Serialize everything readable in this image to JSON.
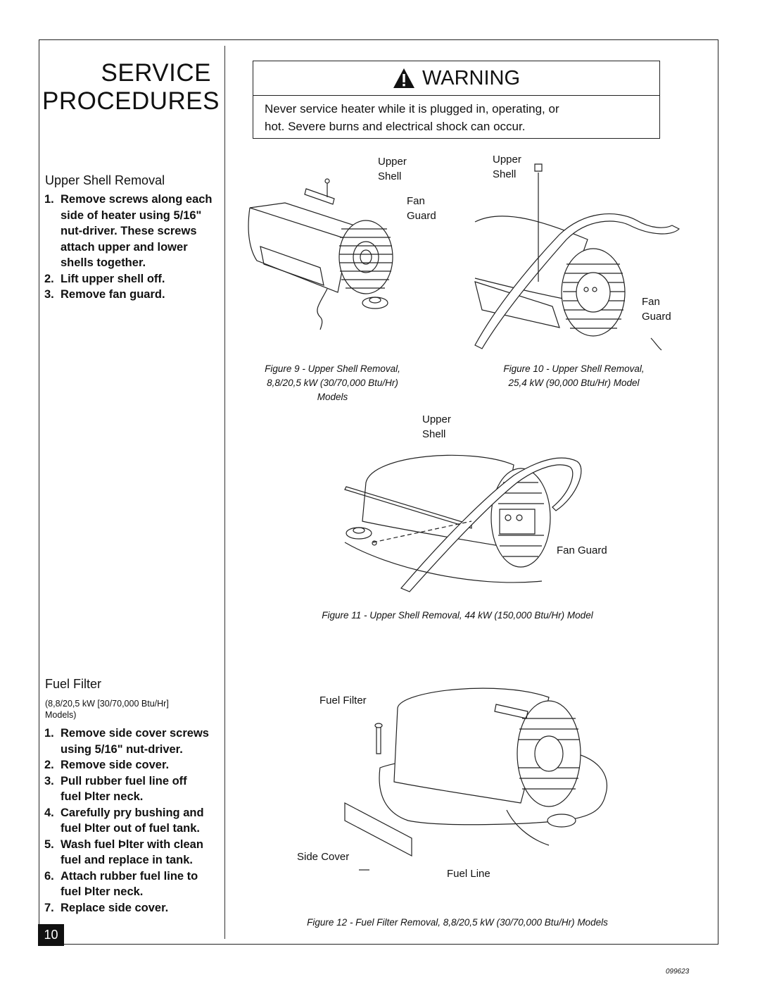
{
  "title": {
    "line1": "SERVICE",
    "line2": "PROCEDURES"
  },
  "warning": {
    "heading": "WARNING",
    "line1": "Never service heater while it is plugged in, operating, or",
    "line2": "hot. Severe burns and electrical shock can occur."
  },
  "upper_shell": {
    "heading": "Upper Shell Removal",
    "steps": [
      {
        "num": "1.",
        "lines": [
          "Remove screws along each",
          "side of heater using 5/16\"",
          "nut-driver. These screws",
          "attach upper and lower",
          "shells together."
        ]
      },
      {
        "num": "2.",
        "lines": [
          "Lift upper shell off."
        ]
      },
      {
        "num": "3.",
        "lines": [
          "Remove fan guard."
        ]
      }
    ]
  },
  "fuel_filter": {
    "heading": "Fuel Filter",
    "note_line1": "(8,8/20,5 kW [30/70,000 Btu/Hr]",
    "note_line2": "Models)",
    "steps": [
      {
        "num": "1.",
        "lines": [
          "Remove side cover screws",
          "using 5/16\" nut-driver."
        ]
      },
      {
        "num": "2.",
        "lines": [
          "Remove side cover."
        ]
      },
      {
        "num": "3.",
        "lines": [
          "Pull rubber fuel line off",
          "fuel Þlter neck."
        ]
      },
      {
        "num": "4.",
        "lines": [
          "Carefully pry bushing and",
          "fuel Þlter out of fuel tank."
        ]
      },
      {
        "num": "5.",
        "lines": [
          "Wash fuel Þlter with clean",
          "fuel and replace in tank."
        ]
      },
      {
        "num": "6.",
        "lines": [
          "Attach rubber fuel line to",
          "fuel Þlter neck."
        ]
      },
      {
        "num": "7.",
        "lines": [
          "Replace side cover."
        ]
      }
    ]
  },
  "figures": {
    "fig9": {
      "labels": {
        "upper1": "Upper",
        "upper2": "Shell",
        "fan1": "Fan",
        "fan2": "Guard"
      },
      "caption1": "Figure 9 - Upper Shell Removal,",
      "caption2": "8,8/20,5 kW (30/70,000 Btu/Hr)",
      "caption3": "Models"
    },
    "fig10": {
      "labels": {
        "upper1": "Upper",
        "upper2": "Shell",
        "fan1": "Fan",
        "fan2": "Guard"
      },
      "caption1": "Figure 10 - Upper Shell Removal,",
      "caption2": "25,4 kW (90,000 Btu/Hr) Model"
    },
    "fig11": {
      "labels": {
        "upper1": "Upper",
        "upper2": "Shell",
        "fan": "Fan Guard"
      },
      "caption": "Figure 11 - Upper Shell Removal, 44 kW (150,000 Btu/Hr) Model"
    },
    "fig12": {
      "labels": {
        "filter": "Fuel Filter",
        "cover": "Side Cover",
        "line": "Fuel Line"
      },
      "caption": "Figure 12 - Fuel Filter Removal, 8,8/20,5 kW (30/70,000 Btu/Hr) Models"
    }
  },
  "page_number": "10",
  "doc_id": "099623"
}
